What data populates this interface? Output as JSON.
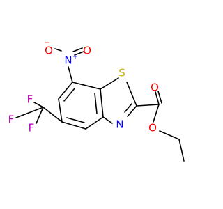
{
  "molecule": {
    "atoms": {
      "nitro_o_left": {
        "label": "O",
        "charge": "−"
      },
      "nitro_n": {
        "label": "N",
        "charge": "+"
      },
      "nitro_o_right": {
        "label": "O"
      },
      "ring_s": {
        "label": "S"
      },
      "ring_n": {
        "label": "N"
      },
      "carbonyl_o": {
        "label": "O"
      },
      "ester_o": {
        "label": "O"
      },
      "f_top": {
        "label": "F"
      },
      "f_left": {
        "label": "F"
      },
      "f_bottom": {
        "label": "F"
      }
    },
    "colors": {
      "bond": "#000000",
      "oxygen": "#ff0000",
      "nitrogen": "#0000ff",
      "sulfur": "#c8b400",
      "fluorine": "#b400b4"
    }
  }
}
